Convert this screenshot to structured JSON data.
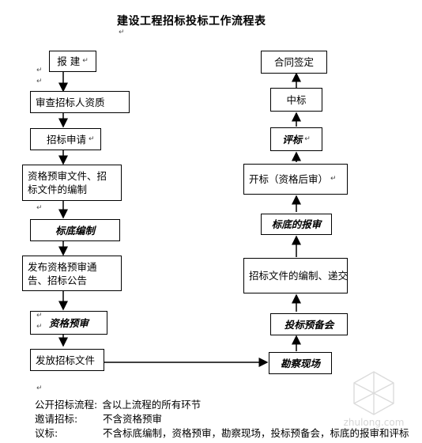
{
  "title": "建设工程招标投标工作流程表",
  "left_steps": [
    "报  建",
    "审查招标人资质",
    "招标申请",
    "资格预审文件、招标文件的编制",
    "标底编制",
    "发布资格预审通告、招标公告",
    "资格预审",
    "发放招标文件"
  ],
  "right_steps": [
    "合同签定",
    "中标",
    "评标",
    "开标（资格后审）",
    "标底的报审",
    "招标文件的编制、递交",
    "投标预备会",
    "勘察现场"
  ],
  "notes": [
    {
      "label": "公开招标流程:",
      "text": "含以上流程的所有环节"
    },
    {
      "label": "邀请招标:",
      "text": "不含资格预审"
    },
    {
      "label": "议标:",
      "text": "不含标底编制，资格预审，勘察现场，投标预备会，标底的报审和评标"
    }
  ],
  "watermark": "zhulong.com"
}
